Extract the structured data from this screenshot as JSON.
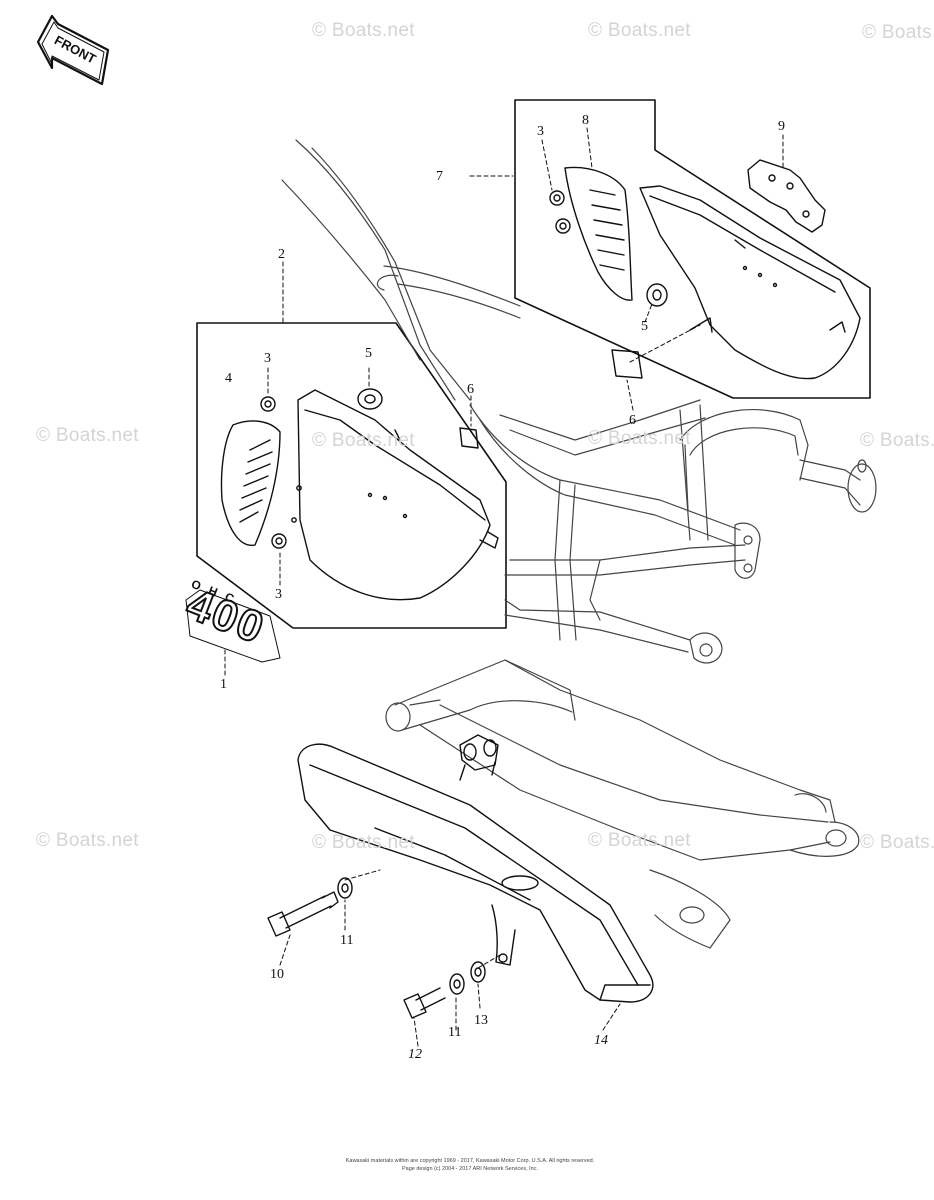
{
  "front_arrow": {
    "label": "FRONT"
  },
  "watermarks": [
    "© Boats.net",
    "© Boats.net",
    "© Boats.net",
    "© Boats.net",
    "© Boats.net",
    "© Boats.net",
    "© Boats.net",
    "© Boats.net",
    "© Boats.net",
    "© Boats.net",
    "© Boats.net"
  ],
  "emblem": {
    "top_text": "OHC",
    "number": "400"
  },
  "callouts": [
    "1",
    "2",
    "3",
    "3",
    "3",
    "4",
    "5",
    "5",
    "6",
    "6",
    "7",
    "8",
    "9",
    "10",
    "11",
    "11",
    "12",
    "13",
    "14"
  ],
  "copyright": {
    "line1": "Kawasaki materials within are copyright 1969 - 2017, Kawasaki Motor Corp. U.S.A.  All rights reserved.",
    "line2": "Page design (c) 2004 - 2017 ARI Network Services, Inc."
  }
}
